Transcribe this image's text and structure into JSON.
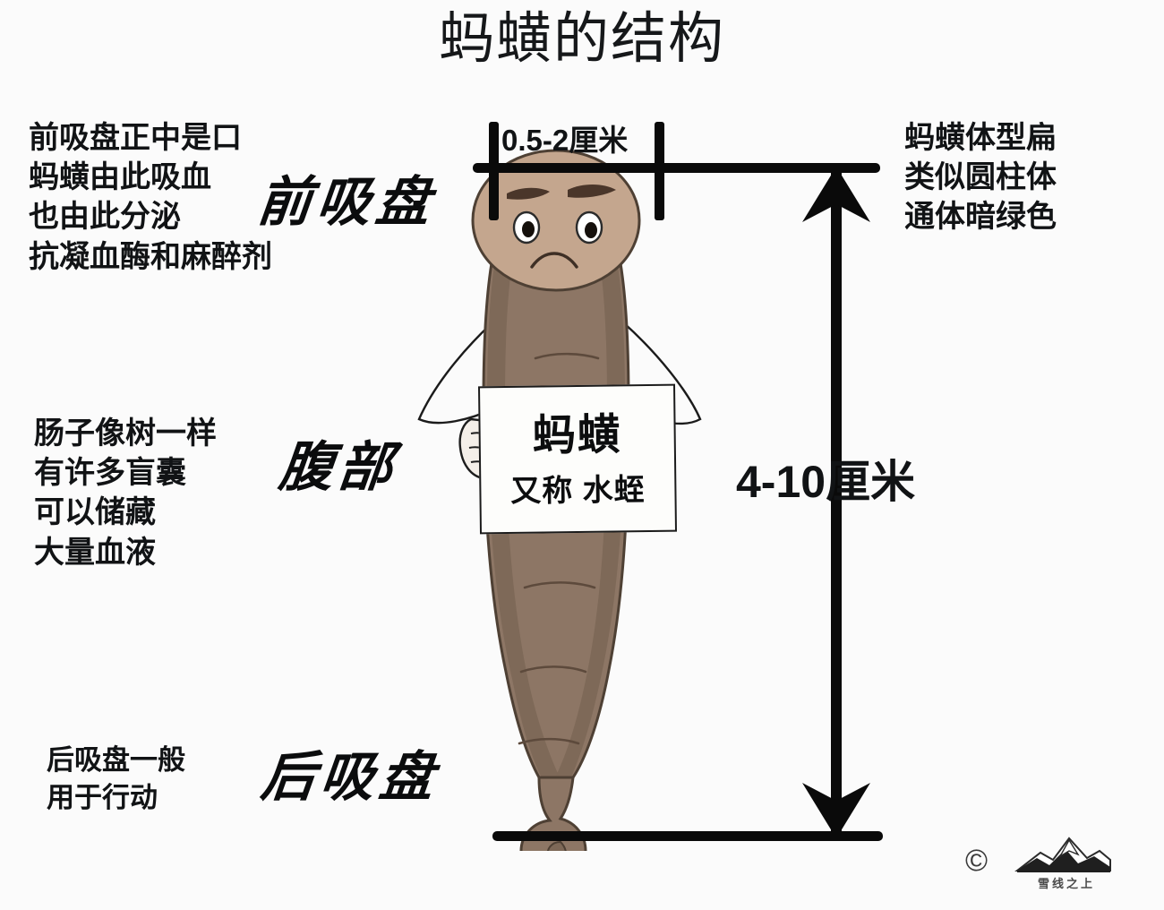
{
  "title": "蚂蟥的结构",
  "info_blocks": {
    "top_left": "前吸盘正中是口\n蚂蟥由此吸血\n也由此分泌\n抗凝血酶和麻醉剂",
    "mid_left": "肠子像树一样\n有许多盲囊\n可以储藏\n大量血液",
    "bottom_left": "后吸盘一般\n用于行动",
    "right": "蚂蟥体型扁\n类似圆柱体\n通体暗绿色"
  },
  "callig_labels": {
    "front_sucker": "前吸盘",
    "belly": "腹部",
    "rear_sucker": "后吸盘"
  },
  "measurements": {
    "width_label": "0.5-2厘米",
    "length_label": "4-10厘米"
  },
  "sign": {
    "main": "蚂蟥",
    "sub": "又称 水蛭"
  },
  "watermark": {
    "copyright": "©",
    "brand": "雪线之上"
  },
  "colors": {
    "background": "#fbfbfb",
    "ink": "#0a0a0a",
    "text": "#111315",
    "head_fill": "#c4a68e",
    "body_fill": "#8d7665",
    "body_side": "#7d6857",
    "body_outline": "#4e4034",
    "hand_fill": "#f4efe9",
    "sign_fill": "#fdfdfb"
  }
}
